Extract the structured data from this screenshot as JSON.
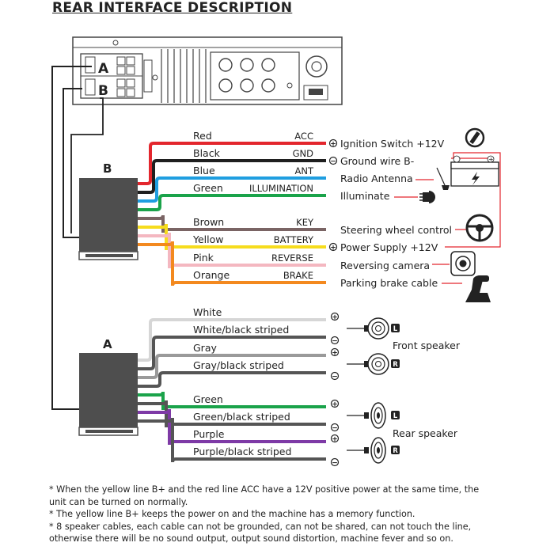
{
  "title": "REAR INTERFACE DESCRIPTION",
  "unit_connectors": {
    "a": "A",
    "b": "B"
  },
  "harness_b": {
    "label": "B",
    "wires": [
      {
        "color_name": "Red",
        "function": "ACC",
        "color": "#e3262d",
        "polarity": "+",
        "device": "Ignition Switch +12V"
      },
      {
        "color_name": "Black",
        "function": "GND",
        "color": "#1f1f1f",
        "polarity": "−",
        "device": "Ground wire B-"
      },
      {
        "color_name": "Blue",
        "function": "ANT",
        "color": "#1f9ee0",
        "polarity": "",
        "device": "Radio Antenna"
      },
      {
        "color_name": "Green",
        "function": "ILLUMINATION",
        "color": "#1aa34a",
        "polarity": "",
        "device": "Illuminate"
      },
      {
        "color_name": "Brown",
        "function": "KEY",
        "color": "#7a6464",
        "polarity": "",
        "device": "Steering wheel control"
      },
      {
        "color_name": "Yellow",
        "function": "BATTERY",
        "color": "#f6dc1d",
        "polarity": "+",
        "device": "Power Supply +12V"
      },
      {
        "color_name": "Pink",
        "function": "REVERSE",
        "color": "#f4b7c0",
        "polarity": "",
        "device": "Reversing camera"
      },
      {
        "color_name": "Orange",
        "function": "BRAKE",
        "color": "#f3891f",
        "polarity": "",
        "device": "Parking brake cable"
      }
    ]
  },
  "harness_a": {
    "label": "A",
    "wires": [
      {
        "color_name": "White",
        "color": "#d6d6d6",
        "polarity": "+"
      },
      {
        "color_name": "White/black striped",
        "color": "#555555",
        "polarity": "−"
      },
      {
        "color_name": "Gray",
        "color": "#9a9a9a",
        "polarity": "+"
      },
      {
        "color_name": "Gray/black striped",
        "color": "#555555",
        "polarity": "−"
      },
      {
        "color_name": "Green",
        "color": "#1aa34a",
        "polarity": "+"
      },
      {
        "color_name": "Green/black striped",
        "color": "#555555",
        "polarity": "−"
      },
      {
        "color_name": "Purple",
        "color": "#7e3aa6",
        "polarity": "+"
      },
      {
        "color_name": "Purple/black striped",
        "color": "#555555",
        "polarity": "−"
      }
    ]
  },
  "speakers": {
    "front": {
      "label": "Front speaker",
      "channels": [
        "L",
        "R"
      ]
    },
    "rear": {
      "label": "Rear speaker",
      "channels": [
        "L",
        "R"
      ]
    }
  },
  "icons": [
    "ignition-key-icon",
    "battery-icon",
    "antenna-icon",
    "lamp-icon",
    "steering-wheel-icon",
    "camera-icon",
    "parking-brake-icon",
    "speaker-icon"
  ],
  "notes": [
    "* When the yellow line B+ and the red line ACC have a 12V positive power at the same time, the",
    "   unit can be turned on normally.",
    "* The yellow line B+ keeps the power on and the machine has a memory function.",
    "* 8 speaker cables, each cable can not be grounded, can not be shared, can not touch the line,",
    "   otherwise there will be no sound output, output sound distortion, machine fever and so on."
  ]
}
